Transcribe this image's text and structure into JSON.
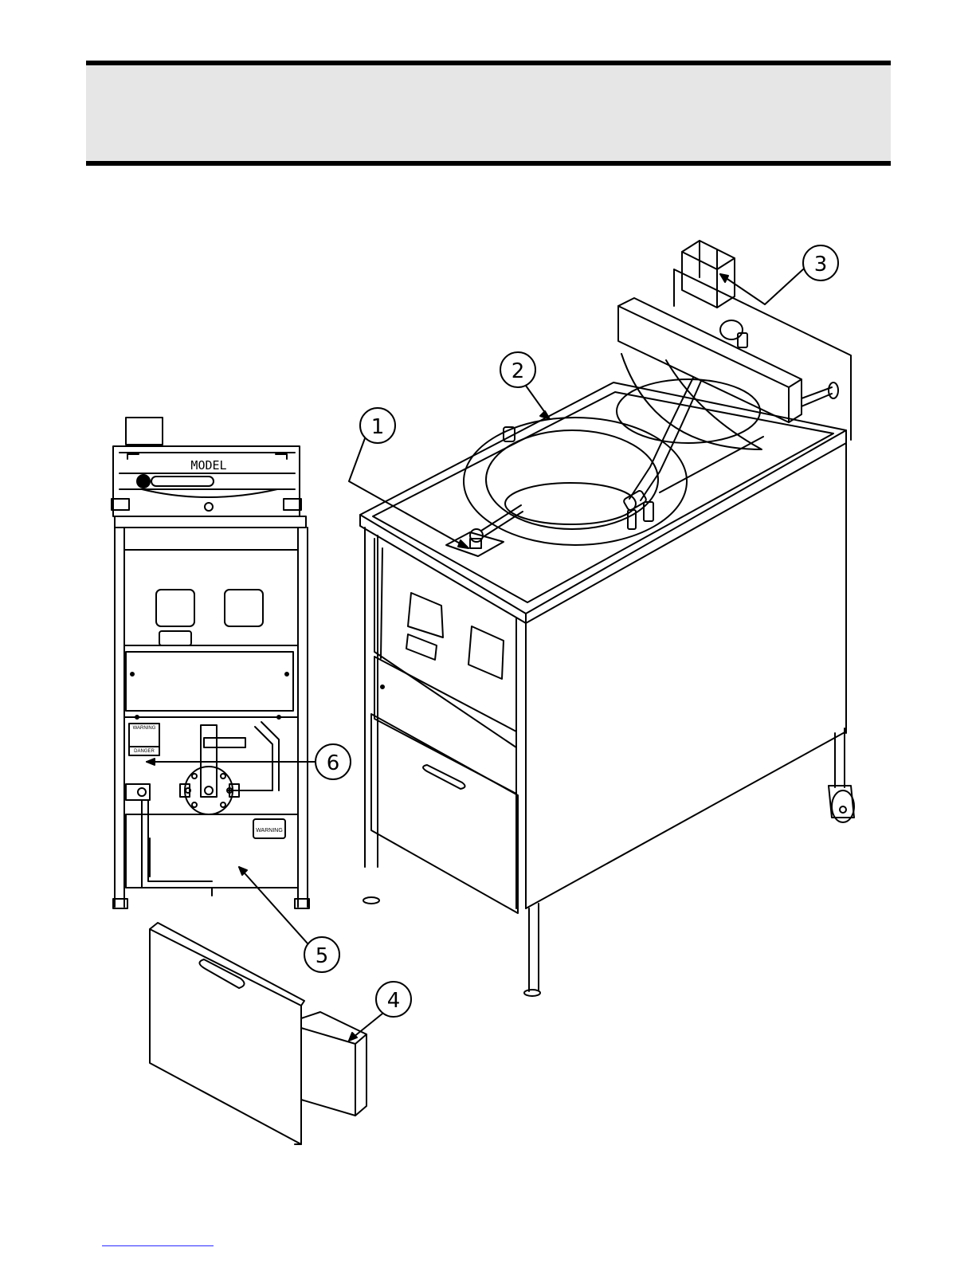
{
  "header": {
    "title": ""
  },
  "callouts": [
    {
      "id": "callout-1",
      "number": "1"
    },
    {
      "id": "callout-2",
      "number": "2"
    },
    {
      "id": "callout-3",
      "number": "3"
    },
    {
      "id": "callout-4",
      "number": "4"
    },
    {
      "id": "callout-5",
      "number": "5"
    },
    {
      "id": "callout-6",
      "number": "6"
    }
  ],
  "front_view": {
    "model_plate": "MODEL",
    "warning_label_1": "WARNING",
    "danger_label": "DANGER",
    "warning_label_2": "WARNING"
  },
  "colors": {
    "line": "#000000",
    "header_fill": "#e6e6e6",
    "footer_link": "#2a2aff"
  }
}
